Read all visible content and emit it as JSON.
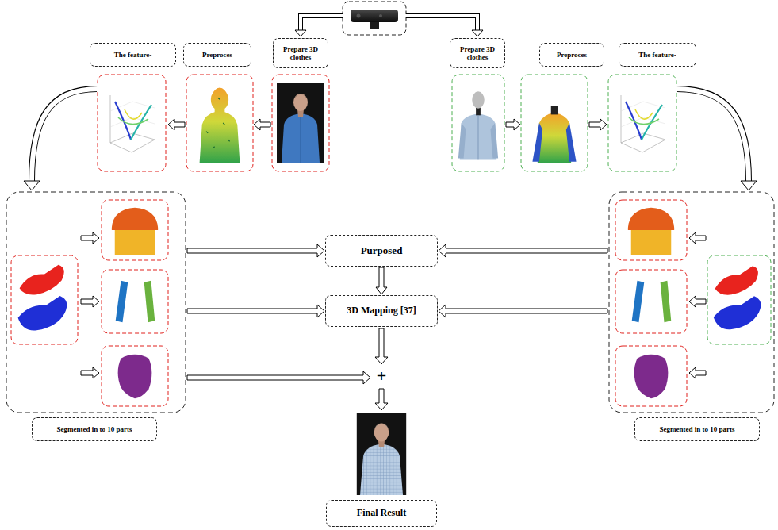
{
  "diagram": {
    "nodes": [
      {
        "text": [
          "The feature-"
        ]
      },
      {
        "text": [
          "Preproces"
        ]
      },
      {
        "text": [
          "Prepare 3D clothes"
        ]
      },
      {
        "text": [
          "Prepare 3D clothes"
        ]
      },
      {
        "text": [
          "Preproces"
        ]
      },
      {
        "text": [
          "The feature-"
        ]
      },
      {
        "text": [
          "Purposed"
        ]
      },
      {
        "text": [
          "3D Mapping [37]"
        ]
      },
      {
        "text": [
          "Segmented in to 10 parts"
        ]
      },
      {
        "text": [
          "Segmented in to 10 parts"
        ]
      },
      {
        "text": [
          "Final Result"
        ]
      }
    ],
    "edges": [
      {
        "from": 6,
        "to": 7,
        "arrow": "to"
      }
    ],
    "labels": [
      "+"
    ]
  }
}
